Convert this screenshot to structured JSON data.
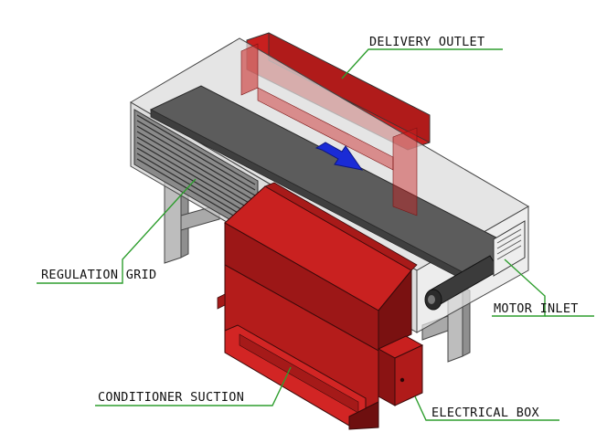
{
  "callouts": {
    "delivery_outlet": "DELIVERY OUTLET",
    "regulation_grid": "REGULATION GRID",
    "motor_inlet": "MOTOR INLET",
    "conditioner_suction": "CONDITIONER SUCTION",
    "electrical_box": "ELECTRICAL BOX"
  },
  "colors": {
    "leader_line": "#2e9e2e",
    "red_body": "#c8201f",
    "red_dark": "#8e1414",
    "belt": "#5c5c5c",
    "glass": "#c9c9c9",
    "frame_grey": "#b8b8b8",
    "arrow": "#1a2bd6"
  },
  "icons": {
    "flow_arrow": "direction-arrow-icon"
  }
}
